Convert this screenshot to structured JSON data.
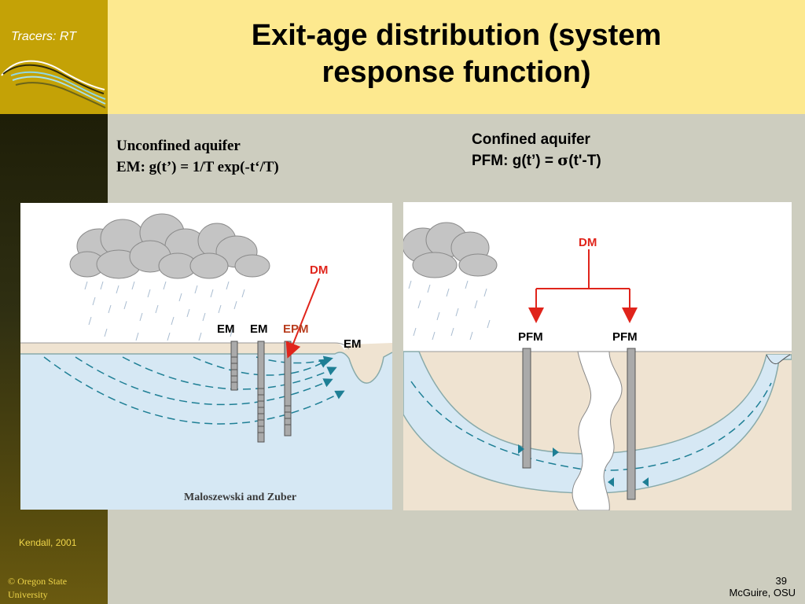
{
  "sidebar": {
    "brand": "Tracers: RT",
    "credit": "Kendall, 2001",
    "copyright_line1": "© Oregon State",
    "copyright_line2": "University"
  },
  "header": {
    "title_line1": "Exit-age distribution (system",
    "title_line2": "response function)"
  },
  "left_caption": {
    "line1": "Unconfined aquifer",
    "line2": "EM:  g(t’) = 1/T exp(-t‘/T)"
  },
  "right_caption": {
    "line1": "Confined aquifer",
    "line2_prefix": "PFM:  g(t’) = ",
    "sigma": "σ",
    "line2_suffix": "(t'-T)"
  },
  "left_figure": {
    "label_dm": "DM",
    "label_em1": "EM",
    "label_em2": "EM",
    "label_epm": "EPM",
    "label_em3": "EM",
    "source": "Maloszewski and Zuber"
  },
  "right_figure": {
    "label_dm": "DM",
    "label_pfm1": "PFM",
    "label_pfm2": "PFM"
  },
  "footer": {
    "page_number": "39",
    "author": "McGuire, OSU"
  },
  "colors": {
    "header_bg": "#fde98f",
    "sidebar_gold": "#c4a206",
    "water": "#d6e8f4",
    "sand": "#efe3d1",
    "arrow_red": "#e0241b",
    "flow_teal": "#1e7f95"
  }
}
